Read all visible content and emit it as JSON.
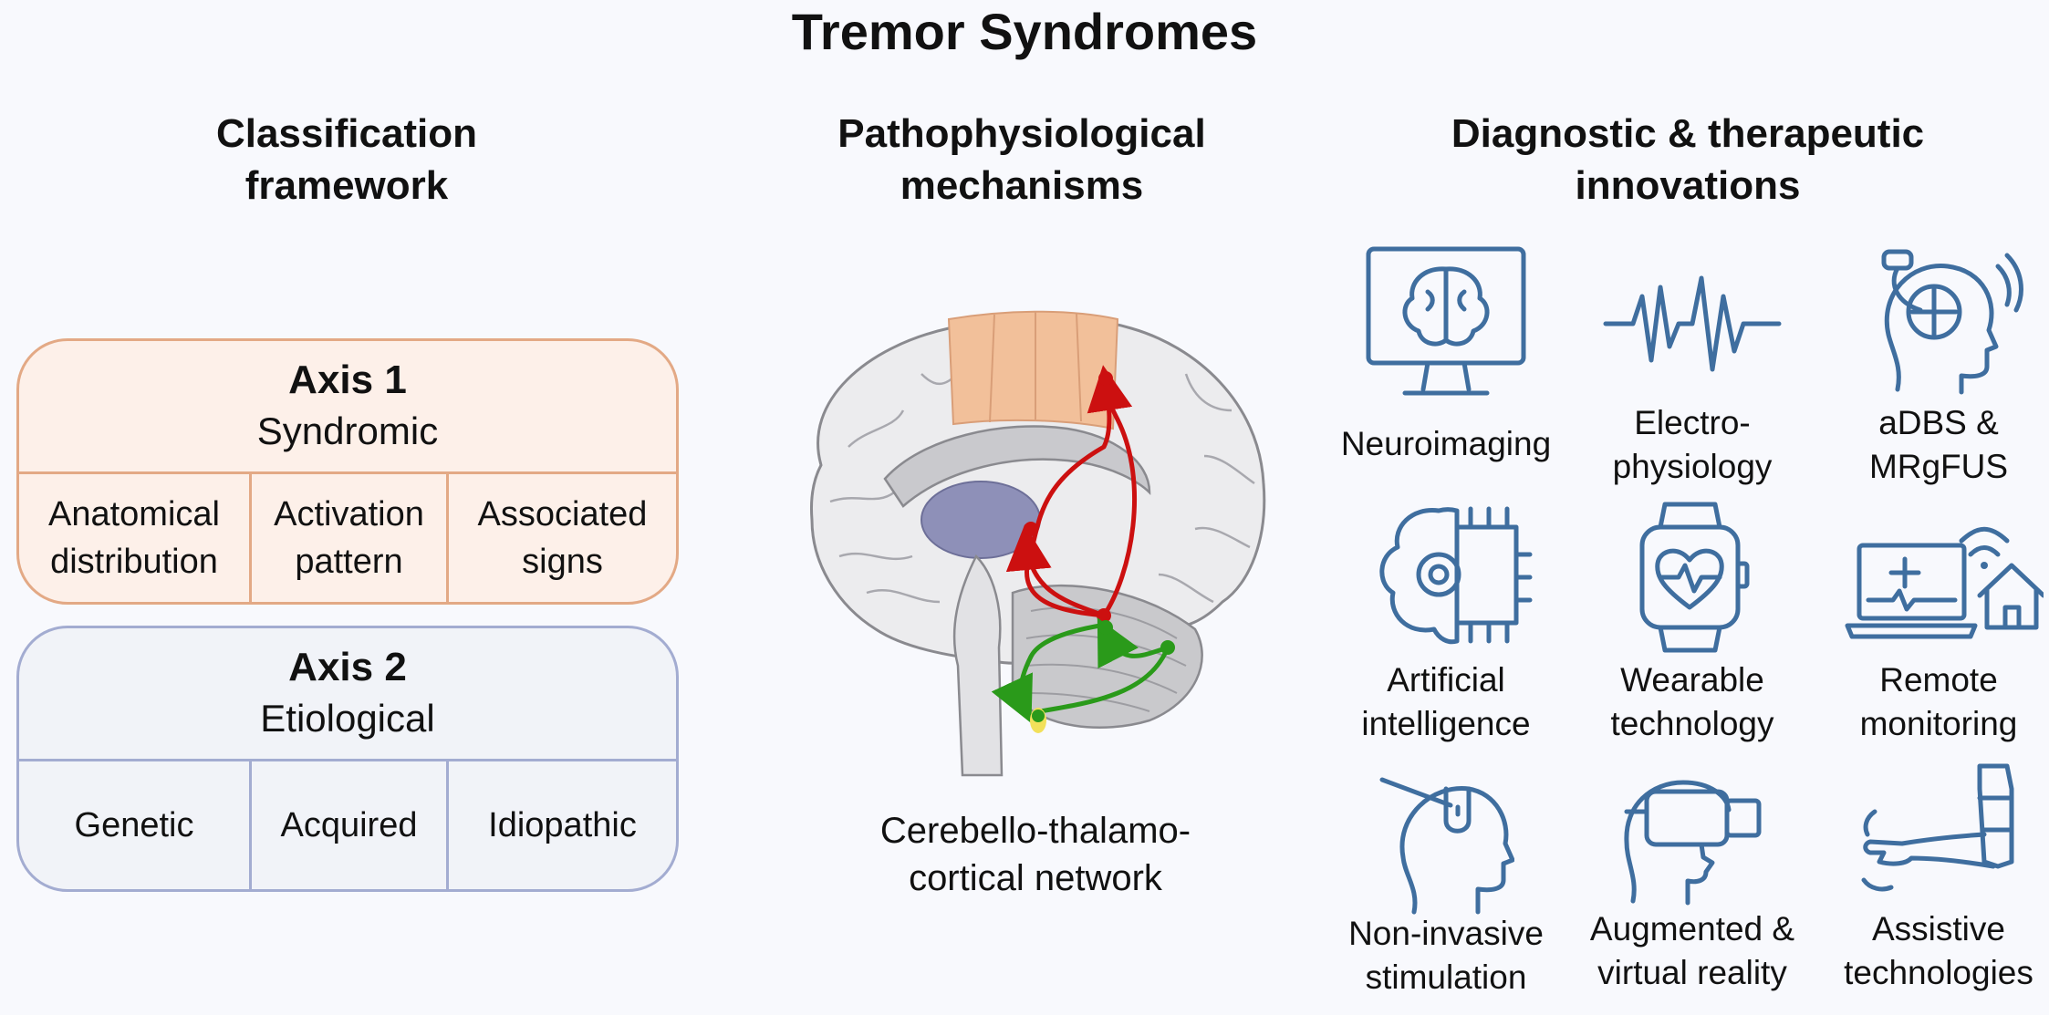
{
  "title": "Tremor Syndromes",
  "columns": {
    "classification": {
      "line1": "Classification",
      "line2": "framework"
    },
    "mechanisms": {
      "line1": "Pathophysiological",
      "line2": "mechanisms"
    },
    "innovations": {
      "line1": "Diagnostic & therapeutic",
      "line2": "innovations"
    }
  },
  "axis1": {
    "number": "Axis 1",
    "name": "Syndromic",
    "cells": [
      {
        "line1": "Anatomical",
        "line2": "distribution"
      },
      {
        "line1": "Activation",
        "line2": "pattern"
      },
      {
        "line1": "Associated",
        "line2": "signs"
      }
    ]
  },
  "axis2": {
    "number": "Axis 2",
    "name": "Etiological",
    "cells": [
      "Genetic",
      "Acquired",
      "Idiopathic"
    ]
  },
  "brain": {
    "caption_line1": "Cerebello-thalamo-",
    "caption_line2": "cortical network",
    "colors": {
      "cortex": "#f2c09a",
      "thalamus": "#8e90b8",
      "pathway_red": "#cc1010",
      "pathway_green": "#2a9a1a"
    }
  },
  "innovations": [
    {
      "icon": "monitor-brain-icon",
      "line1": "Neuroimaging",
      "line2": ""
    },
    {
      "icon": "waveform-icon",
      "line1": "Electro-",
      "line2": "physiology"
    },
    {
      "icon": "head-implant-icon",
      "line1": "aDBS &",
      "line2": "MRgFUS"
    },
    {
      "icon": "brain-chip-icon",
      "line1": "Artificial",
      "line2": "intelligence"
    },
    {
      "icon": "smartwatch-icon",
      "line1": "Wearable",
      "line2": "technology"
    },
    {
      "icon": "laptop-home-icon",
      "line1": "Remote",
      "line2": "monitoring"
    },
    {
      "icon": "head-coil-icon",
      "line1": "Non-invasive",
      "line2": "stimulation"
    },
    {
      "icon": "vr-headset-icon",
      "line1": "Augmented &",
      "line2": "virtual reality"
    },
    {
      "icon": "arm-brace-icon",
      "line1": "Assistive",
      "line2": "technologies"
    }
  ],
  "icon_color": "#3f6e9f"
}
